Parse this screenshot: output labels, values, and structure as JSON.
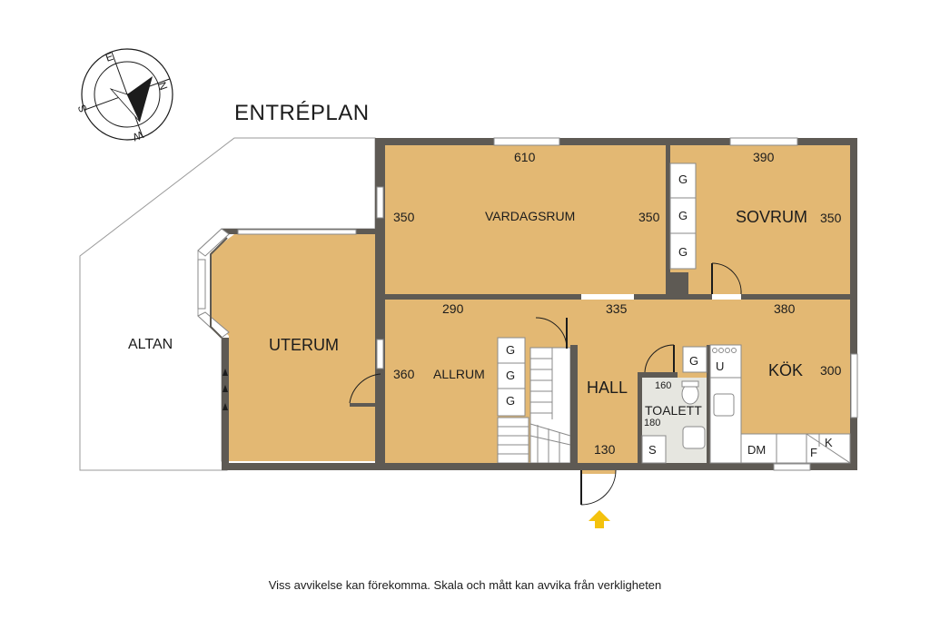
{
  "title": "ENTRÉPLAN",
  "compass": {
    "letters": [
      "N",
      "E",
      "S",
      "W"
    ]
  },
  "rooms": {
    "vardagsrum": "VARDAGSRUM",
    "sovrum": "SOVRUM",
    "uterum": "UTERUM",
    "allrum": "ALLRUM",
    "hall": "HALL",
    "kok": "KÖK",
    "toalett": "TOALETT",
    "altan": "ALTAN"
  },
  "dimensions": {
    "vardagsrum_width": "610",
    "vardagsrum_left": "350",
    "vardagsrum_right": "350",
    "sovrum_width": "390",
    "sovrum_right": "350",
    "allrum_width": "290",
    "hall_width": "335",
    "kok_width": "380",
    "allrum_height": "360",
    "kok_height": "300",
    "toalett_width": "160",
    "toalett_height": "180",
    "hall_bottom": "130"
  },
  "fixtures": {
    "wardrobe": "G",
    "laundry_u": "U",
    "dishwasher": "DM",
    "fridge": "F",
    "freezer": "K",
    "shower": "S"
  },
  "disclaimer": "Viss avvikelse kan förekomma. Skala och mått kan avvika från verkligheten",
  "colors": {
    "floor": "#E3B873",
    "wall": "#5E5A54",
    "wet_floor": "#E6E6E0",
    "entrance_arrow": "#F4C20D"
  }
}
